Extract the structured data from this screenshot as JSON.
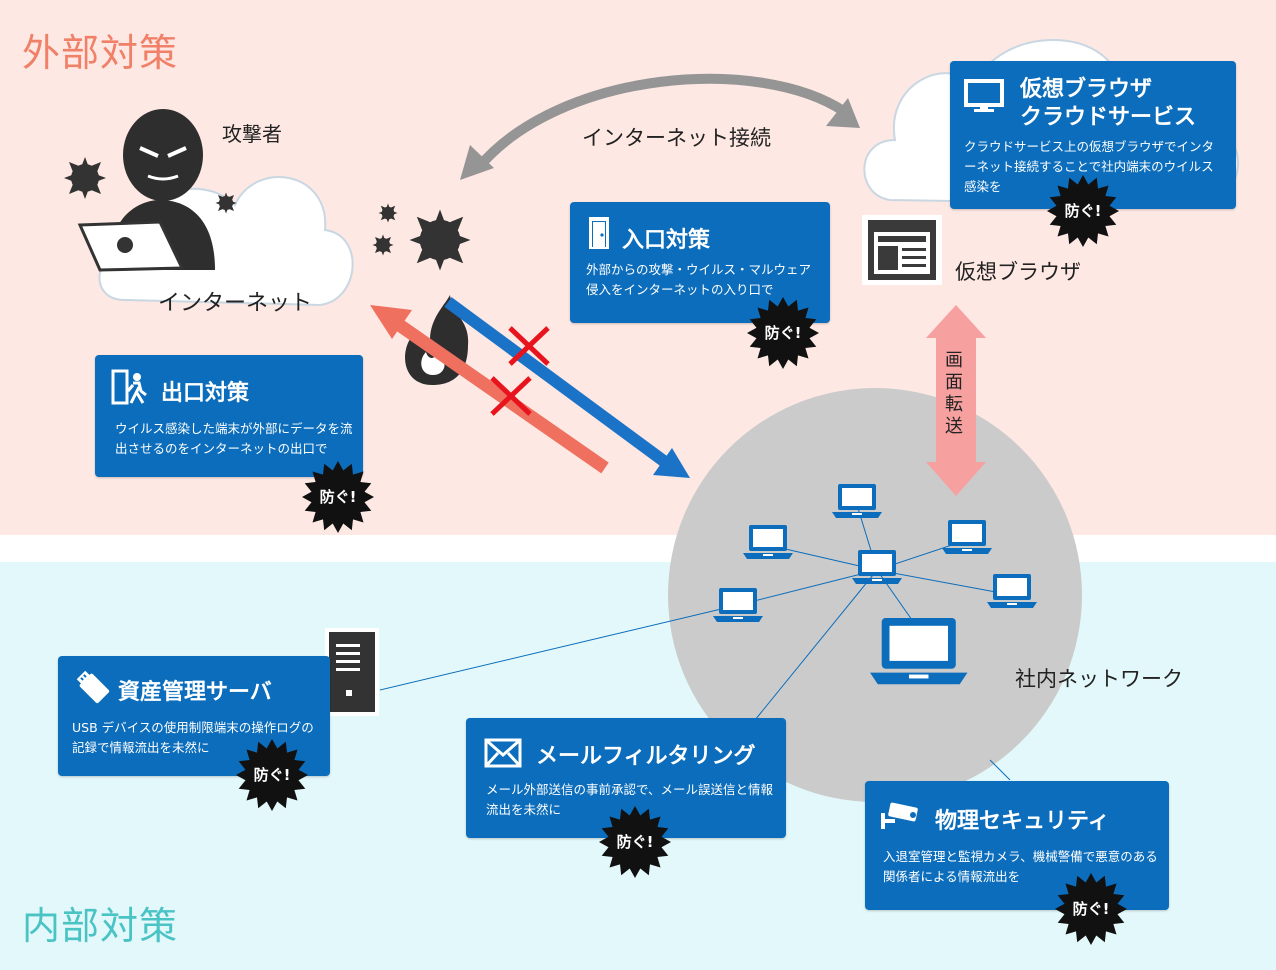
{
  "zones": {
    "external": "外部対策",
    "internal": "内部対策"
  },
  "labels": {
    "attacker": "攻撃者",
    "internet": "インターネット",
    "internet_connection": "インターネット接続",
    "virtual_browser": "仮想ブラウザ",
    "screen_transfer": [
      "画",
      "面",
      "転",
      "送"
    ],
    "internal_network": "社内ネットワーク"
  },
  "badge": "防ぐ!",
  "cards": {
    "cloud": {
      "title1": "仮想ブラウザ",
      "title2": "クラウドサービス",
      "desc": "クラウドサービス上の仮想ブラウザでインターネット接続することで社内端末のウイルス感染を",
      "icon": "monitor-icon"
    },
    "entry": {
      "title": "入口対策",
      "desc": "外部からの攻撃・ウイルス・マルウェア侵入をインターネットの入り口で",
      "icon": "door-icon"
    },
    "exit": {
      "title": "出口対策",
      "desc": "ウイルス感染した端末が外部にデータを流出させるのをインターネットの出口で",
      "icon": "exit-icon"
    },
    "asset": {
      "title": "資産管理サーバ",
      "desc": "USB デバイスの使用制限端末の操作ログの記録で情報流出を未然に",
      "icon": "usb-icon"
    },
    "mail": {
      "title": "メールフィルタリング",
      "desc": "メール外部送信の事前承認で、メール誤送信と情報流出を未然に",
      "icon": "envelope-icon"
    },
    "physical": {
      "title": "物理セキュリティ",
      "desc": "入退室管理と監視カメラ、機械警備で悪意のある関係者による情報流出を",
      "icon": "camera-icon"
    }
  },
  "colors": {
    "card": "#0b6dbb",
    "ext_bg": "#fde8e3",
    "int_bg": "#e3f8fa",
    "outbound": "#f07060",
    "inbound": "#1b73c8",
    "network": "#c8c8c8"
  }
}
